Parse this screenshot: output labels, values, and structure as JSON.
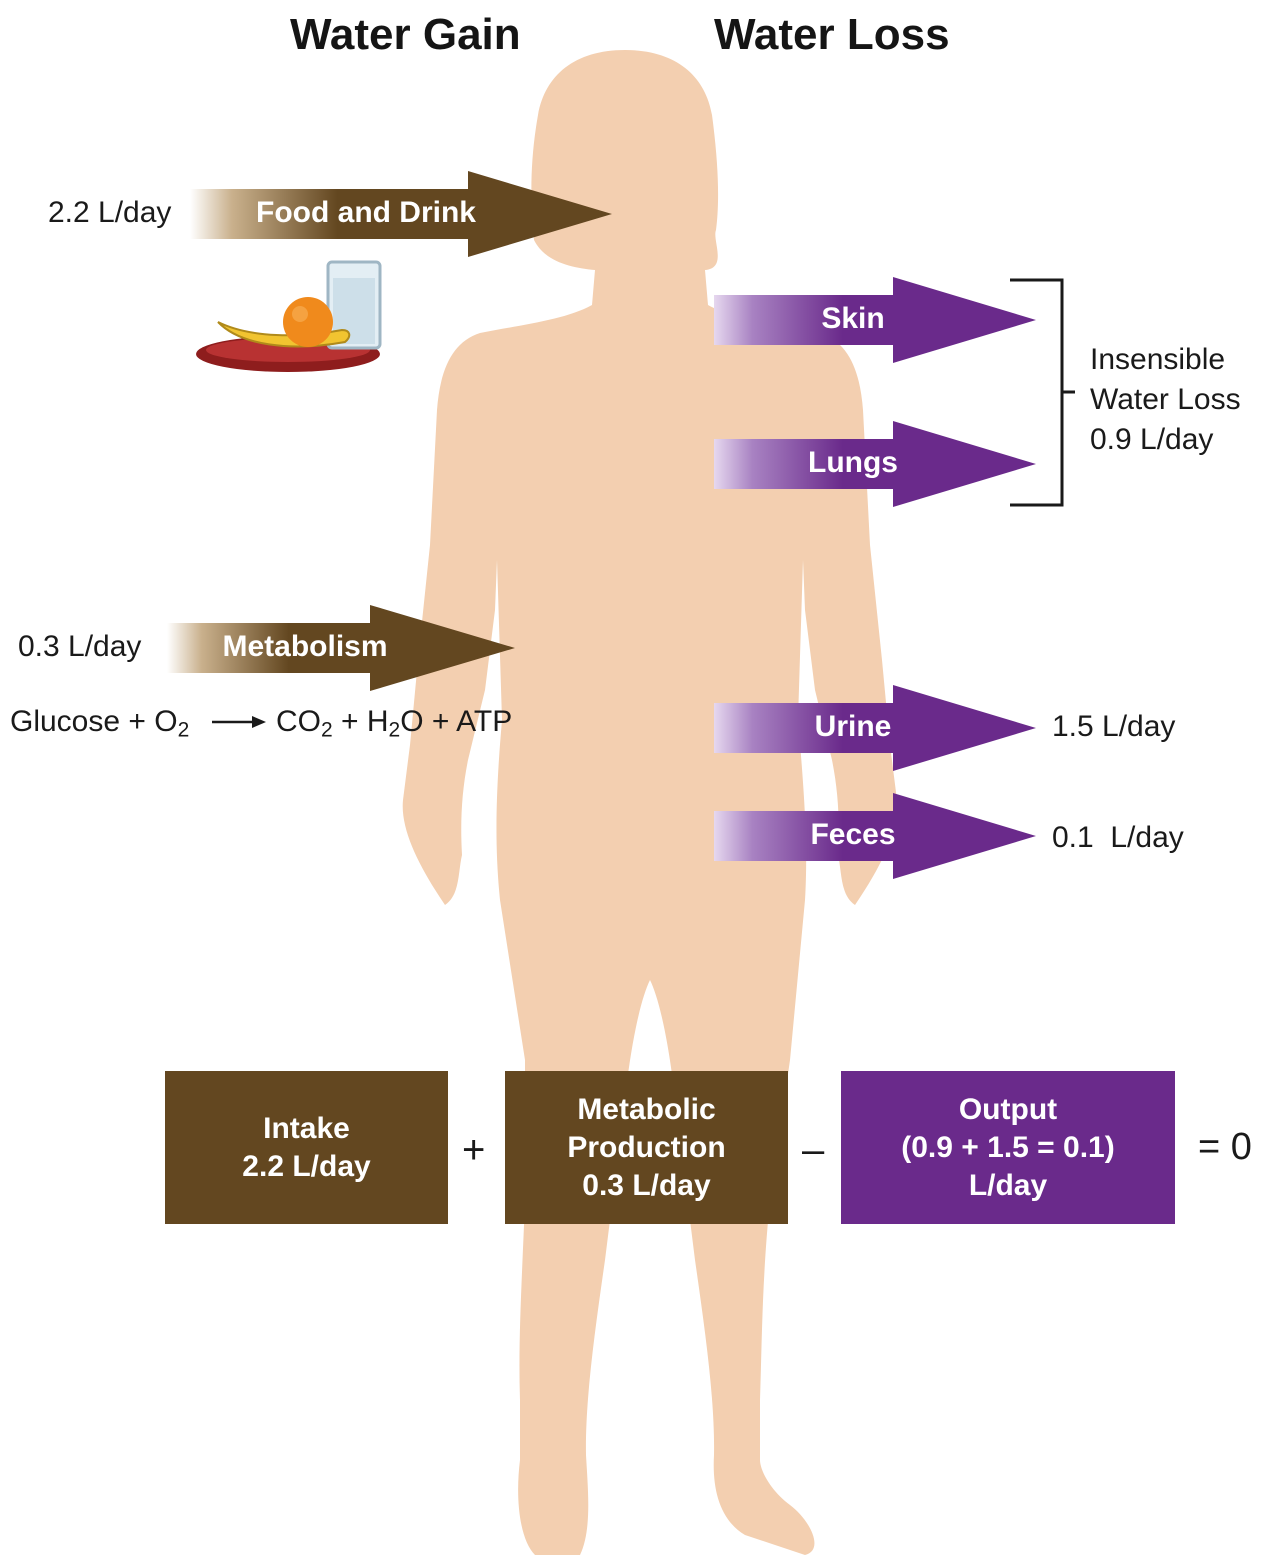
{
  "headings": {
    "gain": "Water Gain",
    "loss": "Water Loss"
  },
  "gain": {
    "food": {
      "label": "Food and Drink",
      "rate": "2.2 L/day"
    },
    "metabolism": {
      "label": "Metabolism",
      "rate": "0.3 L/day"
    },
    "equation": {
      "glucose": "Glucose + O",
      "o2_sub": "2",
      "co2": "CO",
      "co2_sub": "2",
      "h2o_pre": " + H",
      "h2o_sub": "2",
      "h2o_post": "O + ATP"
    }
  },
  "loss": {
    "skin": {
      "label": "Skin"
    },
    "lungs": {
      "label": "Lungs"
    },
    "insensible": {
      "line1": "Insensible",
      "line2": "Water Loss",
      "line3": "0.9 L/day"
    },
    "urine": {
      "label": "Urine",
      "rate": "1.5 L/day"
    },
    "feces": {
      "label": "Feces",
      "rate": "0.1  L/day"
    }
  },
  "balance": {
    "intake": {
      "line1": "Intake",
      "line2": "2.2 L/day"
    },
    "plus": "+",
    "metabolic": {
      "line1": "Metabolic",
      "line2": "Production",
      "line3": "0.3 L/day"
    },
    "minus": "–",
    "output": {
      "line1": "Output",
      "line2": "(0.9 + 1.5 = 0.1)",
      "line3": "L/day"
    },
    "result": "= 0"
  },
  "colors": {
    "brown": "#634720",
    "purple": "#6a2a8b",
    "skin_tone": "#f3cfb0"
  }
}
